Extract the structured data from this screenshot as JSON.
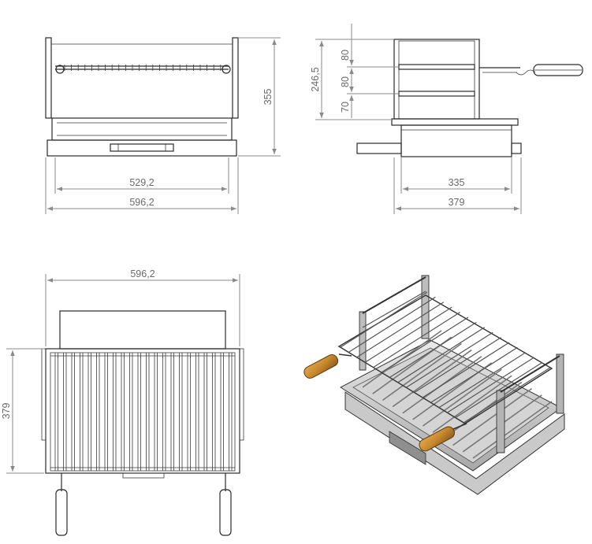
{
  "dimensions": {
    "front_view": {
      "height": "355",
      "inner_width": "529,2",
      "overall_width": "596,2"
    },
    "side_view": {
      "rack_height": "246,5",
      "rack_spacing_top": "80",
      "rack_spacing_middle": "80",
      "rack_spacing_bottom": "70",
      "tray_depth": "335",
      "overall_depth": "379"
    },
    "top_view": {
      "overall_width": "596,2",
      "depth": "379"
    }
  },
  "colors": {
    "line": "#2a2a2a",
    "dimension_line": "#8a8a8a",
    "dimension_text": "#6a6a6a",
    "steel_light": "#e4e4e4",
    "steel_mid": "#b4b4b4",
    "steel_dark": "#7e7e7e",
    "handle_wood": "#c8892e",
    "handle_wood_dark": "#8a5a1c"
  }
}
